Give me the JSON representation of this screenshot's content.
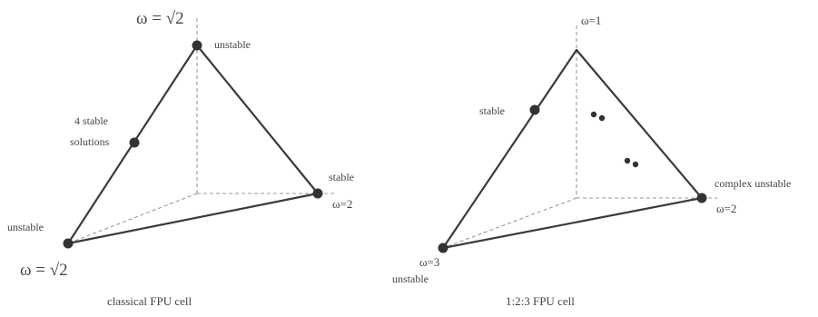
{
  "left_panel": {
    "caption": "classical FPU cell",
    "top_omega": "ω = √2",
    "top_state": "unstable",
    "mid_label_line1": "4 stable",
    "mid_label_line2": "solutions",
    "right_state": "stable",
    "right_omega": "ω=2",
    "bottom_state": "unstable",
    "bottom_omega": "ω = √2"
  },
  "right_panel": {
    "caption": "1:2:3 FPU cell",
    "top_omega": "ω=1",
    "edge_state": "stable",
    "right_state": "complex unstable",
    "right_omega": "ω=2",
    "bottom_omega": "ω=3",
    "bottom_state": "unstable"
  },
  "colors": {
    "edge": "#3a3a3a",
    "dot": "#333333",
    "dashed": "#9a9a9a"
  }
}
